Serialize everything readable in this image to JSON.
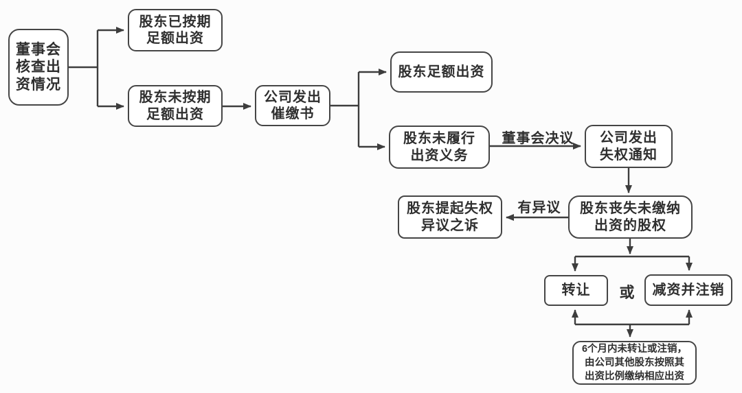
{
  "diagram": {
    "title_semantic": "shareholder-capital-contribution-forfeiture-flowchart",
    "colors": {
      "background": "#fcfcfc",
      "box_fill": "#ffffff",
      "box_border": "#454545",
      "line": "#3d3d3d",
      "text": "#2f2f2f"
    },
    "nodes": {
      "board_check": {
        "lines": [
          "董事会",
          "核查出",
          "资情况"
        ]
      },
      "paid_on_time": {
        "lines": [
          "股东已按期",
          "足额出资"
        ]
      },
      "not_paid": {
        "lines": [
          "股东未按期",
          "足额出资"
        ]
      },
      "company_call": {
        "lines": [
          "公司发出",
          "催缴书"
        ]
      },
      "full_paid": {
        "lines": [
          "股东足额出资"
        ]
      },
      "not_fulfilled": {
        "lines": [
          "股东未履行",
          "出资义务"
        ]
      },
      "loss_notice": {
        "lines": [
          "公司发出",
          "失权通知"
        ]
      },
      "objection_suit": {
        "lines": [
          "股东提起失权",
          "异议之诉"
        ]
      },
      "loses_equity": {
        "lines": [
          "股东丧失未缴纳",
          "出资的股权"
        ]
      },
      "transfer": {
        "lines": [
          "转让"
        ]
      },
      "reduce_cancel": {
        "lines": [
          "减资并注销"
        ]
      },
      "six_months": {
        "lines": [
          "6个月内未转让或注销，",
          "由公司其他股东按照其",
          "出资比例缴纳相应出资"
        ]
      }
    },
    "edge_labels": {
      "board_resolution": "董事会决议",
      "objection": "有异议",
      "or": "或"
    }
  }
}
